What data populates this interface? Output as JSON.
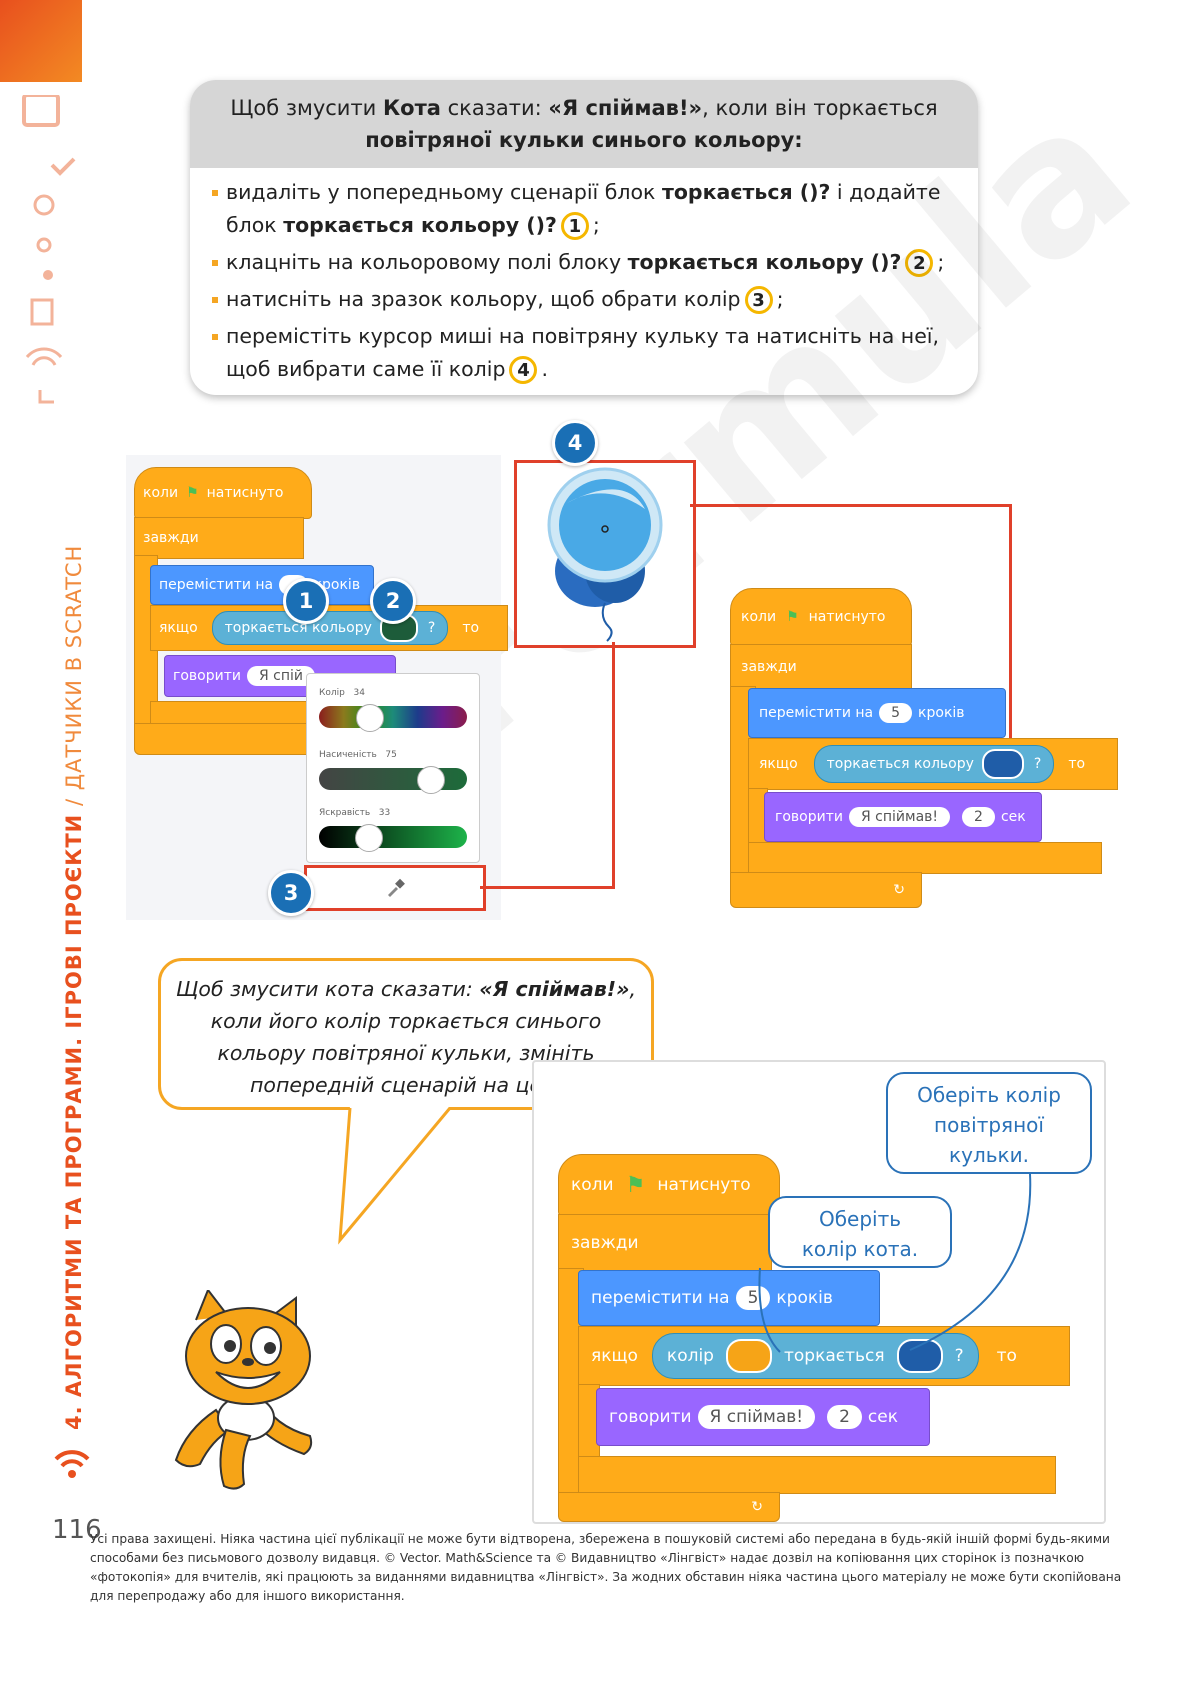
{
  "side": {
    "chapter": "4. АЛГОРИТМИ ТА ПРОГРАМИ. ІГРОВІ ПРОЄКТИ",
    "subtitle": " / ДАТЧИКИ В SCRATCH"
  },
  "info": {
    "title_line1_a": "Щоб змусити ",
    "title_line1_b": "Кота",
    "title_line1_c": " сказати: ",
    "title_line1_d": "«Я спіймав!»",
    "title_line1_e": ", коли він торкається",
    "title_line2": "повітряної кульки синього кольору:",
    "items": [
      {
        "a": "видаліть у попередньому сценарії блок ",
        "b": "торкається ()?",
        "c": " і додайте",
        "d": "блок ",
        "e": "торкається кольору ()?",
        "num": "1",
        "end": ";"
      },
      {
        "a": "клацніть на кольоровому полі блоку ",
        "b": "торкається кольору ()?",
        "num": "2",
        "end": ";"
      },
      {
        "a": "натисніть на зразок кольору, щоб обрати колір",
        "num": "3",
        "end": ";"
      },
      {
        "a": "перемістіть курсор миші на повітряну кульку та натисніть на неї,",
        "d": "щоб вибрати саме її колір",
        "num": "4",
        "end": "."
      }
    ]
  },
  "markers": {
    "m1": "1",
    "m2": "2",
    "m3": "3",
    "m4": "4"
  },
  "scratch": {
    "when_clicked_a": "коли",
    "when_clicked_b": "натиснуто",
    "forever": "завжди",
    "move": "перемістити на",
    "steps": "кроків",
    "steps_value": "5",
    "if": "якщо",
    "then": "то",
    "touching_color": "торкається кольору",
    "say": "говорити",
    "say_text": "Я спіймав!",
    "say_text_cut": "Я спій",
    "secs": "сек",
    "secs_value": "2",
    "color": "колір",
    "touching": "торкається",
    "q": "?"
  },
  "picker": {
    "color_label": "Колір",
    "color_value": "34",
    "saturation_label": "Насиченість",
    "saturation_value": "75",
    "brightness_label": "Яскравість",
    "brightness_value": "33",
    "color_level": 0.34,
    "saturation_level": 0.75,
    "brightness_level": 0.33
  },
  "bubble": {
    "l1a": "Щоб змусити кота сказати: ",
    "l1b": "«Я спіймав!»",
    "l1c": ",",
    "l2": "коли його колір торкається синього",
    "l3": "кольору повітряної кульки, змініть",
    "l4": "попередній сценарій на цей."
  },
  "callouts": {
    "balloon_l1": "Оберіть колір",
    "balloon_l2": "повітряної",
    "balloon_l3": "кульки.",
    "cat_l1": "Оберіть",
    "cat_l2": "колір кота."
  },
  "watermark": "Formula",
  "page_number": "116",
  "footer": "Усі права захищені. Ніяка частина цієї публікації не може бути відтворена, збережена в пошуковій системі або передана в будь-якій іншій формі будь-якими способами без письмового дозволу видавця. © Vector. Math&Science та © Видавництво «Лінгвіст» надає дозвіл на копіювання цих сторінок із позначкою «фотокопія» для вчителів, які працюють за виданнями видавництва «Лінгвіст». За жодних обставин ніяка частина цього матеріалу не може бути скопійована для перепродажу або для іншого використання.",
  "colors": {
    "accent": "#e8501e",
    "scratch_events": "#ffab19",
    "scratch_motion": "#4c97ff",
    "scratch_looks": "#9966ff",
    "scratch_sensing": "#5cb1d6",
    "marker_blue": "#1a6fb5",
    "red_link": "#e0402a"
  }
}
